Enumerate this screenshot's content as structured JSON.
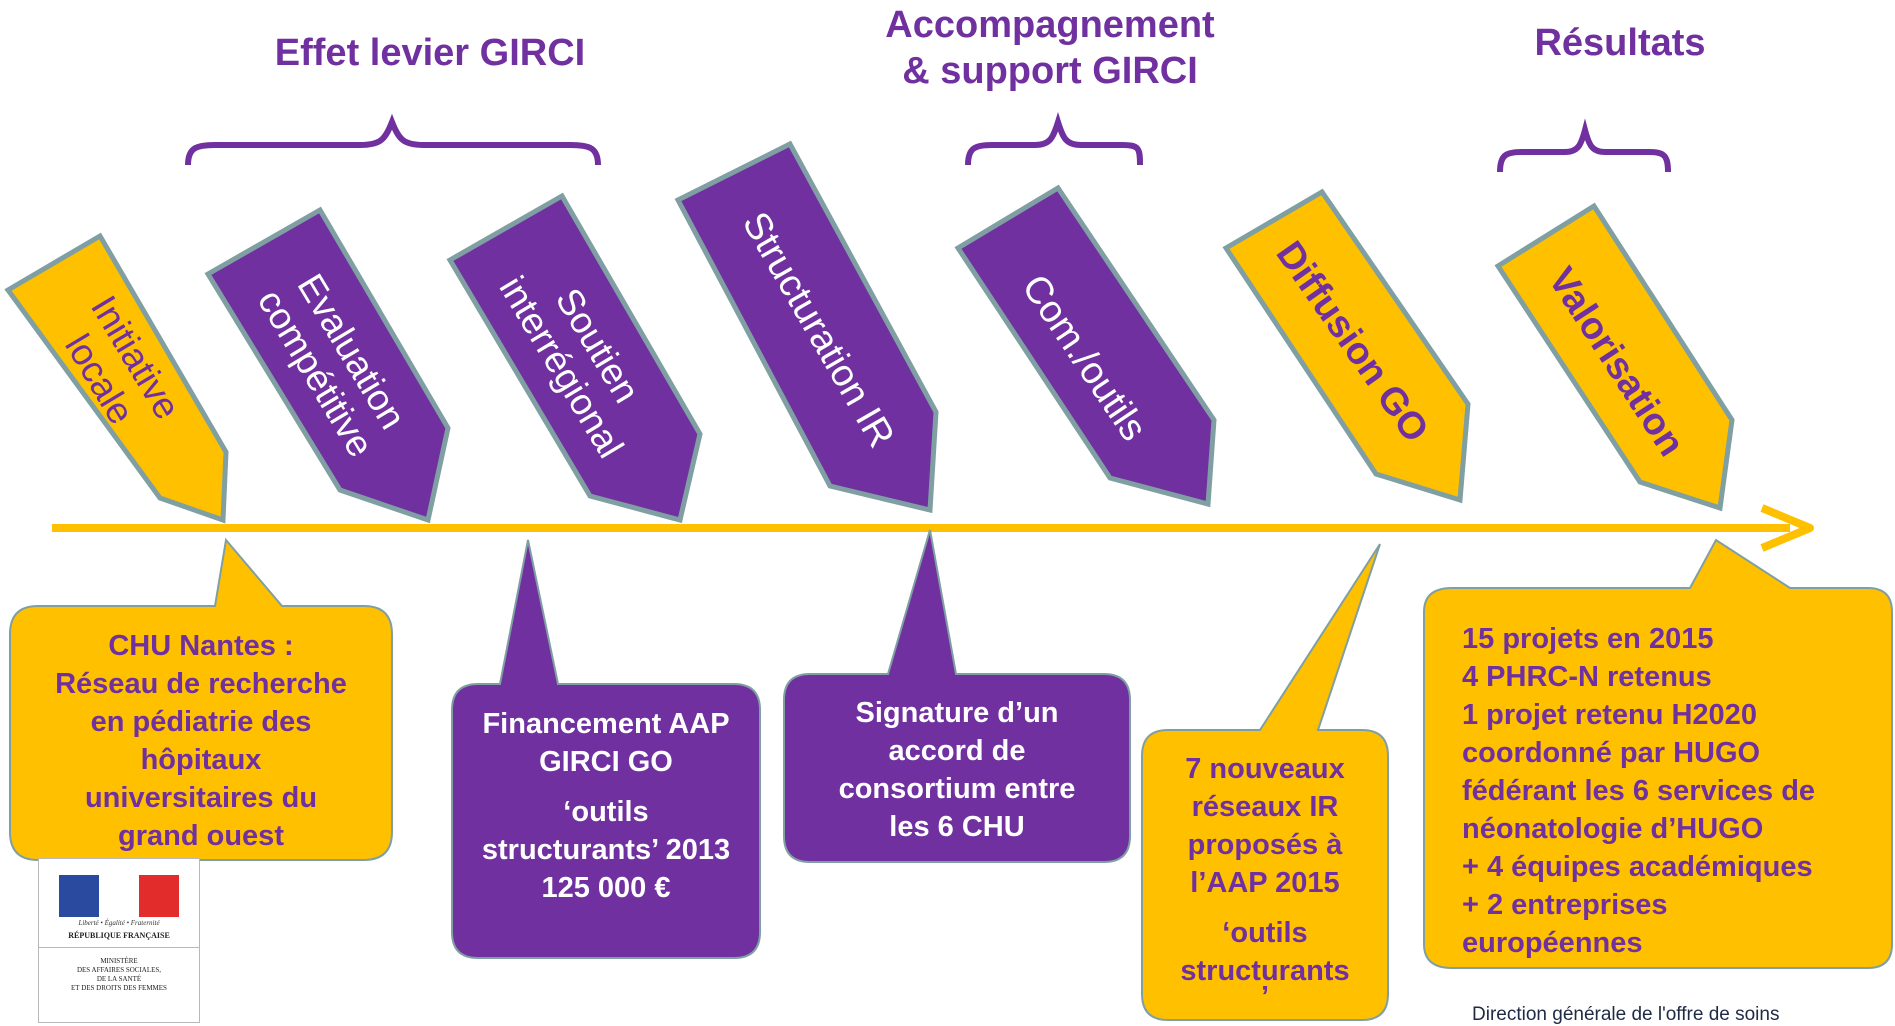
{
  "braces": {
    "effet": "Effet levier GIRCI",
    "accompagnement_line1": "Accompagnement",
    "accompagnement_line2": "& support GIRCI",
    "resultats": "Résultats"
  },
  "stages": [
    {
      "line1": "Initiative",
      "line2": "locale",
      "fill": "#ffc000",
      "text_color": "#7030a0"
    },
    {
      "line1": "Evaluation",
      "line2": "compétitive",
      "fill": "#7030a0",
      "text_color": "#ffffff"
    },
    {
      "line1": "Soutien",
      "line2": "interrégional",
      "fill": "#7030a0",
      "text_color": "#ffffff"
    },
    {
      "line1": "Structuration IR",
      "line2": "",
      "fill": "#7030a0",
      "text_color": "#ffffff"
    },
    {
      "line1": "Com./outils",
      "line2": "",
      "fill": "#7030a0",
      "text_color": "#ffffff"
    },
    {
      "line1": "Diffusion GO",
      "line2": "",
      "fill": "#ffc000",
      "text_color": "#7030a0"
    },
    {
      "line1": "Valorisation",
      "line2": "",
      "fill": "#ffc000",
      "text_color": "#7030a0"
    }
  ],
  "callouts": {
    "chu": {
      "l1": "CHU Nantes :",
      "l2": "Réseau de recherche",
      "l3": "en pédiatrie des",
      "l4": "hôpitaux",
      "l5": "universitaires du",
      "l6": "grand ouest"
    },
    "financement": {
      "l1": "Financement AAP",
      "l2": "GIRCI GO",
      "l3": "‘outils",
      "l4": "structurants’ 2013",
      "l5": "125 000 €"
    },
    "signature": {
      "l1": "Signature d’un",
      "l2": "accord de",
      "l3": "consortium entre",
      "l4": "les 6 CHU"
    },
    "reseaux": {
      "l1": "7 nouveaux",
      "l2": "réseaux IR",
      "l3": "proposés à",
      "l4": "l’AAP 2015",
      "l5": "‘outils",
      "l6": "structurants",
      "l7": "’"
    },
    "resultats": {
      "l1": "15 projets en 2015",
      "l2": "4 PHRC-N retenus",
      "l3": "1 projet retenu H2020",
      "l4": "coordonné par HUGO",
      "l5": "fédérant les 6 services de",
      "l6": "néonatologie d’HUGO",
      "l7": "+ 4 équipes académiques",
      "l8": "+ 2 entreprises",
      "l9": "européennes"
    }
  },
  "logo": {
    "motto": "Liberté • Égalité • Fraternité",
    "republic": "RÉPUBLIQUE FRANÇAISE",
    "ministry": "MINISTÈRE\nDES AFFAIRES SOCIALES,\nDE LA SANTÉ\nET DES DROITS DES FEMMES"
  },
  "footer": "Direction générale de l'offre de soins",
  "colors": {
    "purple": "#7030a0",
    "gold": "#ffc000",
    "stroke": "#7f9fa3"
  }
}
